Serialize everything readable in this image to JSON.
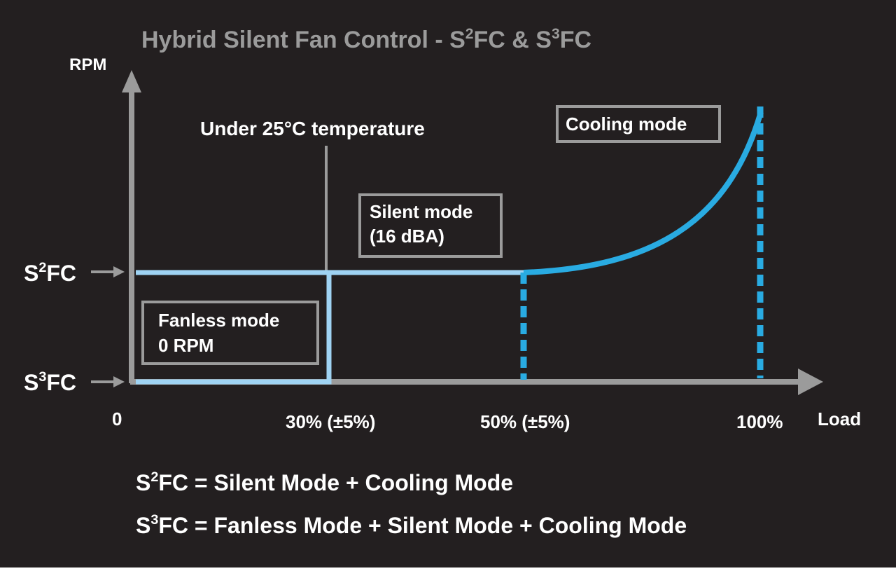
{
  "title": {
    "prefix": "Hybrid Silent Fan Control - S",
    "sup1": "2",
    "mid": "FC & S",
    "sup2": "3",
    "suffix": "FC"
  },
  "axes": {
    "y_label": "RPM",
    "x_label": "Load",
    "x_ticks": [
      "0",
      "30% (±5%)",
      "50% (±5%)",
      "100%"
    ]
  },
  "levels": {
    "s2fc": {
      "base": "S",
      "sup": "2",
      "tail": "FC"
    },
    "s3fc": {
      "base": "S",
      "sup": "3",
      "tail": "FC"
    }
  },
  "annotations": {
    "temperature": "Under 25°C temperature",
    "silent_line1": "Silent mode",
    "silent_line2": "(16 dBA)",
    "fanless_line1": "Fanless mode",
    "fanless_line2": "0 RPM",
    "cooling": "Cooling mode"
  },
  "definitions": {
    "s2fc": {
      "base": "S",
      "sup": "2",
      "rest": "FC = Silent Mode + Cooling Mode"
    },
    "s3fc": {
      "base": "S",
      "sup": "3",
      "rest": "FC = Fanless Mode + Silent Mode + Cooling Mode"
    }
  },
  "colors": {
    "background": "#231f20",
    "axis": "#9b9b9b",
    "title": "#9b9b9b",
    "text": "#ffffff",
    "light_blue": "#9fd3f3",
    "bright_blue": "#29abe2",
    "box_border": "#9b9b9b"
  }
}
